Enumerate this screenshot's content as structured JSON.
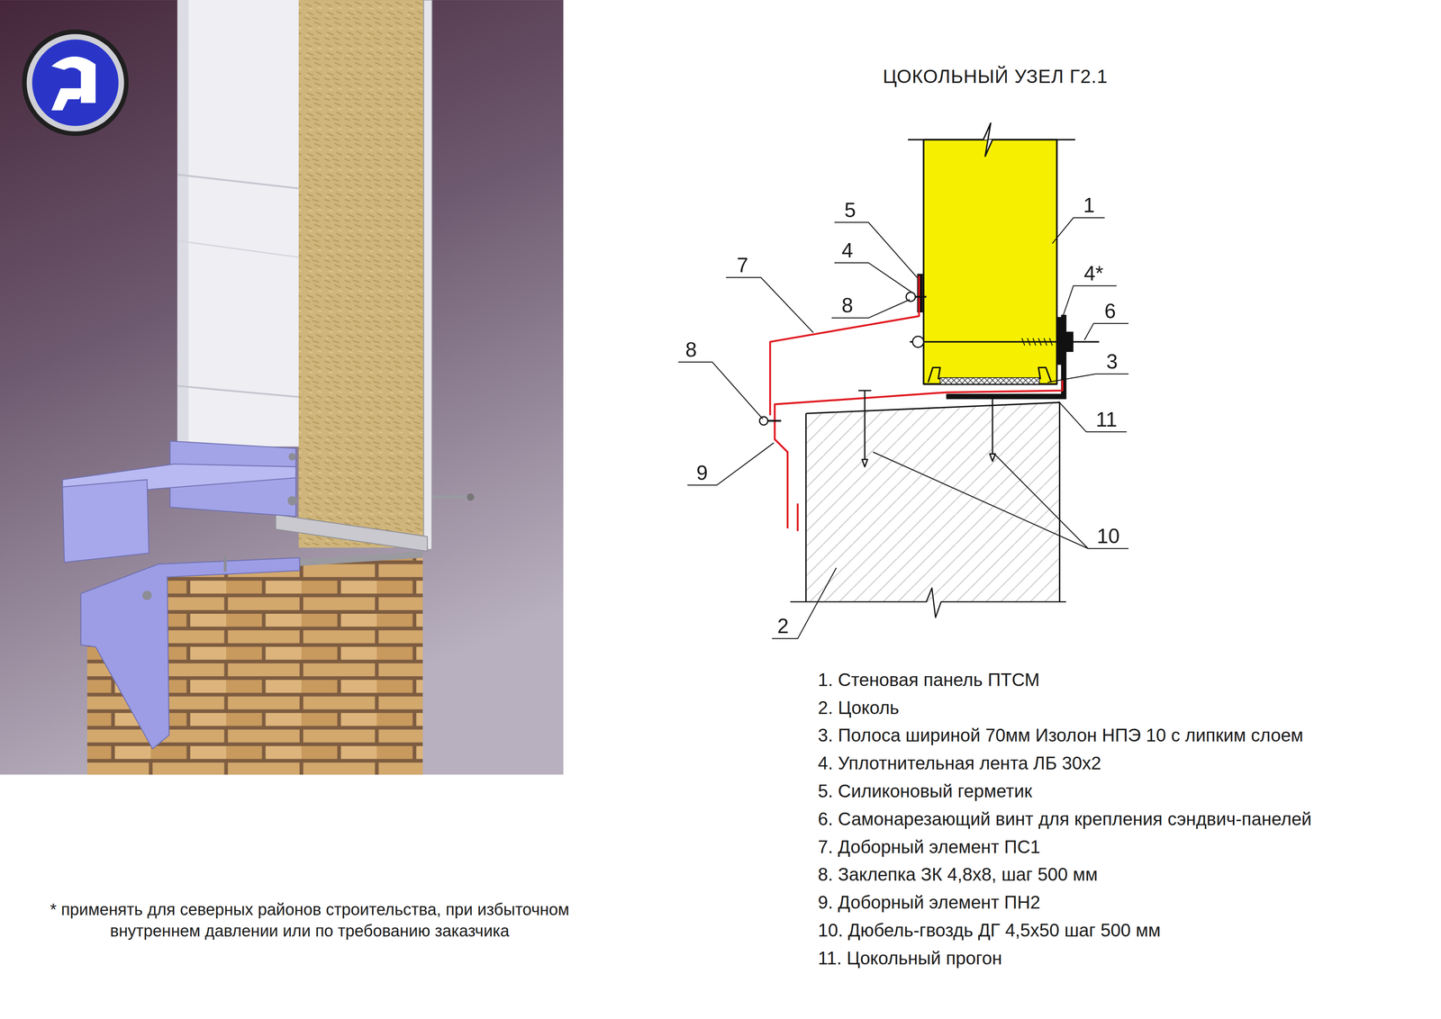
{
  "diagram": {
    "title": "ЦОКОЛЬНЫЙ УЗЕЛ Г2.1",
    "labels": [
      "5",
      "4",
      "8",
      "7",
      "8",
      "9",
      "1",
      "4*",
      "6",
      "3",
      "11",
      "10",
      "2",
      "1. Стеновая панель ПТСМ",
      "2. Цоколь",
      "3. Полоса шириной 70мм Изолон НПЭ 10 с липким слоем",
      "4. Уплотнительная лента ЛБ 30х2",
      "5. Силиконовый герметик",
      "6. Самонарезающий винт для крепления сэндвич-панелей",
      "7. Доборный элемент ПС1",
      "8. Заклепка ЗК 4,8х8, шаг 500 мм",
      "9. Доборный элемент ПН2",
      "10. Дюбель-гвоздь ДГ 4,5х50 шаг 500 мм",
      "11. Цокольный прогон",
      "* применять для северных районов строительства, при избыточном внутреннем давлении или по требованию заказчика"
    ]
  }
}
